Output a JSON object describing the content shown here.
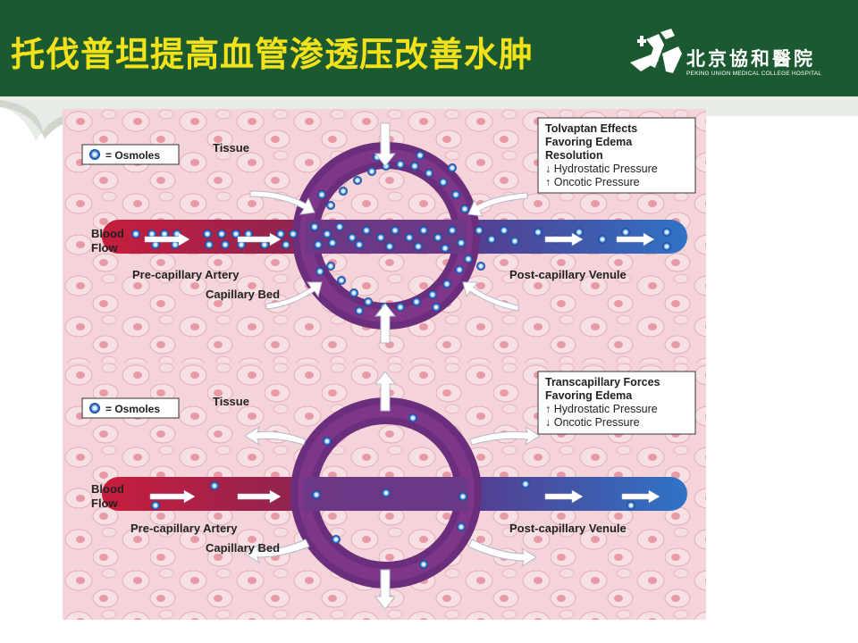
{
  "header": {
    "title": "托伐普坦提高血管渗透压改善水肿",
    "logo_text": "北京協和醫院",
    "logo_subtitle": "PEKING UNION MEDICAL COLLEGE HOSPITAL"
  },
  "top_panel": {
    "legend": "= Osmoles",
    "tissue": "Tissue",
    "blood_line1": "Blood",
    "blood_line2": "Flow",
    "artery": "Pre-capillary Artery",
    "capillary_bed": "Capillary Bed",
    "venule": "Post-capillary Venule",
    "box": {
      "line1": "Tolvaptan Effects",
      "line2": "Favoring Edema",
      "line3": "Resolution",
      "line4": "↓ Hydrostatic Pressure",
      "line5": "↑ Oncotic Pressure"
    }
  },
  "bottom_panel": {
    "legend": "= Osmoles",
    "tissue": "Tissue",
    "blood_line1": "Blood",
    "blood_line2": "Flow",
    "artery": "Pre-capillary Artery",
    "capillary_bed": "Capillary Bed",
    "venule": "Post-capillary Venule",
    "box": {
      "line1": "Transcapillary Forces",
      "line2": "Favoring Edema",
      "line3": "↑ Hydrostatic Pressure",
      "line4": "↓ Oncotic Pressure"
    }
  },
  "colors": {
    "header_bg": "#1b5a31",
    "title": "#f3e21a",
    "artery": "#c4203c",
    "venule": "#2a6fc4",
    "capillary": "#6a2a78",
    "tissue_bg": "#f3d3d8"
  }
}
